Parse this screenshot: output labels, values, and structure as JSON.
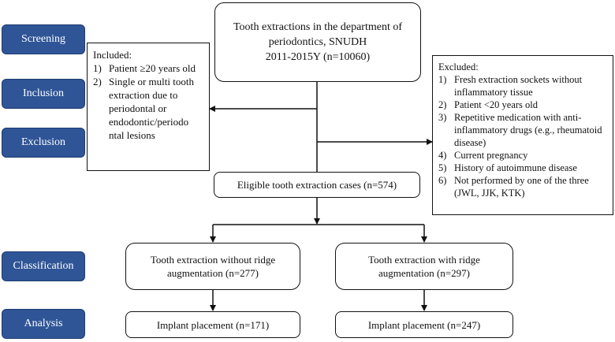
{
  "stages": [
    {
      "label": "Screening"
    },
    {
      "label": "Inclusion"
    },
    {
      "label": "Exclusion"
    },
    {
      "label": "Classification"
    },
    {
      "label": "Analysis"
    }
  ],
  "top_box": {
    "lines": [
      "Tooth extractions in the department of",
      "periodontics, SNUDH",
      "2011-2015Y (n=10060)"
    ]
  },
  "included": {
    "heading": "Included:",
    "items": [
      {
        "num": "1)",
        "text": "Patient ≥20 years old"
      },
      {
        "num": "2)",
        "text": "Single or multi tooth extraction due to periodontal or endodontic/periodo ntal lesions"
      }
    ]
  },
  "excluded": {
    "heading": "Excluded:",
    "items": [
      {
        "num": "1)",
        "text": "Fresh extraction sockets without inflammatory tissue"
      },
      {
        "num": "2)",
        "text": "Patient <20 years old"
      },
      {
        "num": "3)",
        "text": "Repetitive medication with anti-inflammatory drugs (e.g., rheumatoid disease)"
      },
      {
        "num": "4)",
        "text": "Current pregnancy"
      },
      {
        "num": "5)",
        "text": "History of autoimmune disease"
      },
      {
        "num": "6)",
        "text": "Not performed by one of the three (JWL, JJK, KTK)"
      }
    ]
  },
  "eligible": {
    "label": "Eligible tooth extraction cases (n=574)"
  },
  "without_ridge": {
    "lines": [
      "Tooth extraction without ridge",
      "augmentation (n=277)"
    ]
  },
  "with_ridge": {
    "lines": [
      "Tooth extraction with ridge",
      "augmentation (n=297)"
    ]
  },
  "implant_without": {
    "label": "Implant placement (n=171)"
  },
  "implant_with": {
    "label": "Implant placement (n=247)"
  },
  "colors": {
    "stage_fill": "#2f5597",
    "stage_text": "#ffffff",
    "line": "#111111"
  }
}
